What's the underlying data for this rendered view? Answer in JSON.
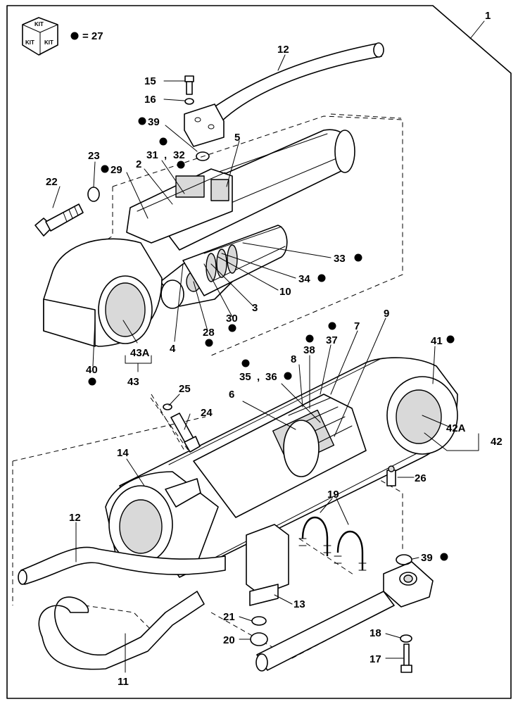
{
  "kit_icon": {
    "icon": "kit-box-icon",
    "top": "KIT",
    "left": "KIT",
    "right": "KIT"
  },
  "legend": {
    "text": "= 27"
  },
  "labels": {
    "l1": "1",
    "l2": "2",
    "l3": "3",
    "l4": "4",
    "l5": "5",
    "l6": "6",
    "l7": "7",
    "l8": "8",
    "l9": "9",
    "l10": "10",
    "l11": "11",
    "l12a": "12",
    "l12b": "12",
    "l13": "13",
    "l14": "14",
    "l15": "15",
    "l16": "16",
    "l17": "17",
    "l18": "18",
    "l19": "19",
    "l20": "20",
    "l21": "21",
    "l22": "22",
    "l23": "23",
    "l24": "24",
    "l25": "25",
    "l26": "26",
    "l28": "28",
    "l29": "29",
    "l30": "30",
    "l31": "31",
    "l32": "32",
    "l33": "33",
    "l34": "34",
    "l35": "35",
    "l36": "36",
    "l37": "37",
    "l38": "38",
    "l39a": "39",
    "l39b": "39",
    "l40": "40",
    "l41": "41",
    "l42": "42",
    "l42a": "42A",
    "l43": "43",
    "l43a": "43A",
    "comma1": ",",
    "comma2": ","
  }
}
